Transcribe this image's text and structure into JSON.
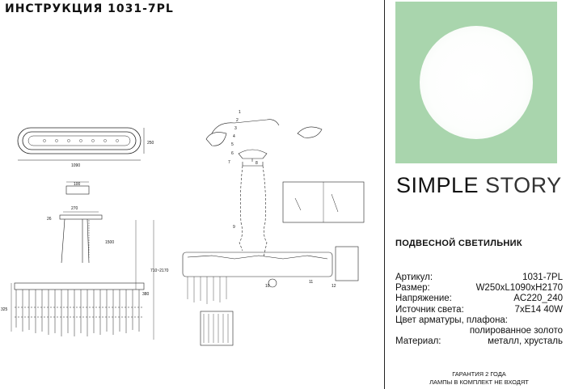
{
  "header": {
    "title": "ИНСТРУКЦИЯ 1031-7PL"
  },
  "brand": {
    "word1": "SIMPLE",
    "word2": "STORY",
    "logo_bg": "#a9d5ad"
  },
  "product": {
    "type": "ПОДВЕСНОЙ СВЕТИЛЬНИК"
  },
  "specs": [
    {
      "label": "Артикул:",
      "value": "1031-7PL"
    },
    {
      "label": "Размер:",
      "value": "W250xL1090xH2170"
    },
    {
      "label": "Напряжение:",
      "value": "AC220_240"
    },
    {
      "label": "Источник света:",
      "value": "7xE14 40W"
    }
  ],
  "material_block": {
    "fitting_label": "Цвет арматуры, плафона:",
    "fitting_value": "полированное золото",
    "material_label": "Материал:",
    "material_value": "металл, хрусталь"
  },
  "footer": {
    "line1": "ГАРАНТИЯ 2 ГОДА",
    "line2": "ЛАМПЫ В КОМПЛЕКТ НЕ ВХОДЯТ"
  },
  "dimensions": {
    "top_width": "250",
    "top_length": "1090",
    "canopy_small": "100",
    "canopy": "270",
    "side_small": "26",
    "chain": "1500",
    "total_height": "710~2170",
    "body_height": "380",
    "shade_height": "325"
  },
  "steps": [
    "1",
    "2",
    "3",
    "4",
    "5",
    "6",
    "7",
    "8",
    "9",
    "10",
    "11",
    "12"
  ]
}
